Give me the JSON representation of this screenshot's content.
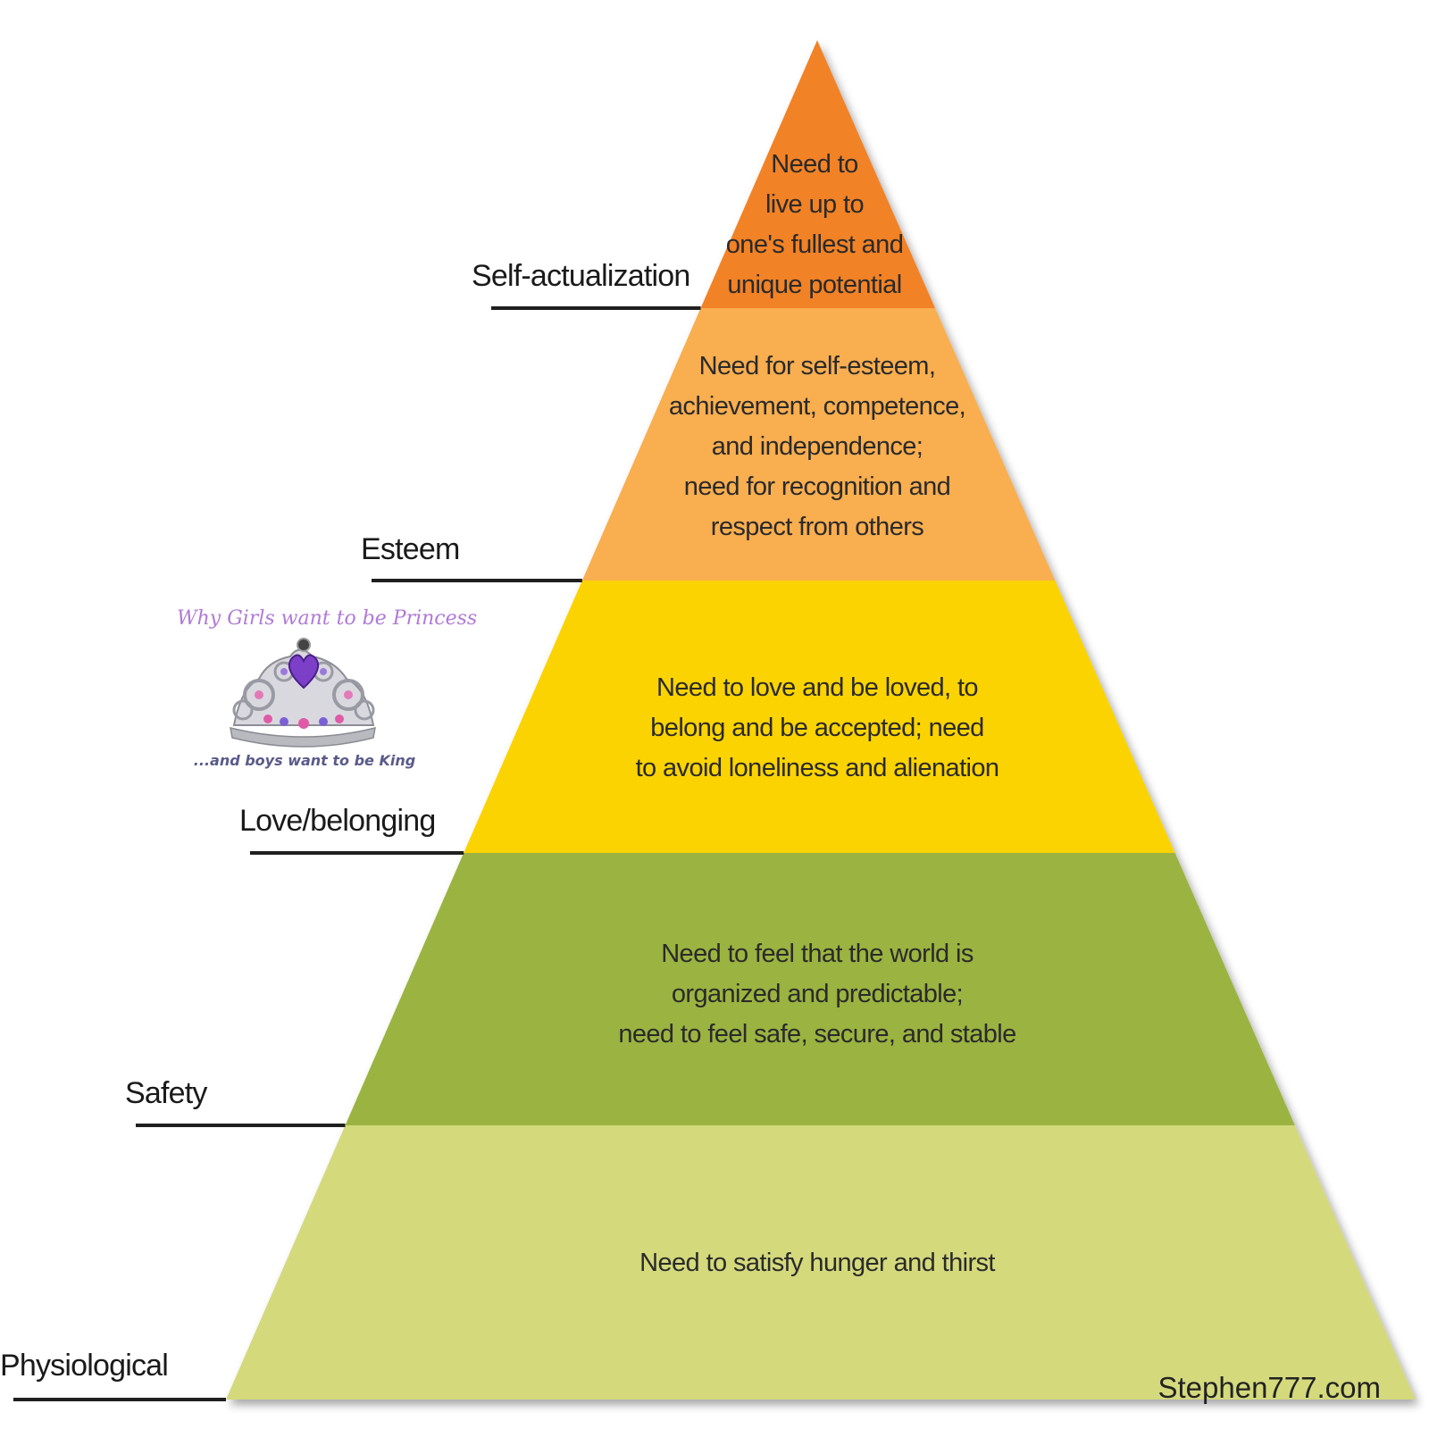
{
  "colors": {
    "self_actualization": "#f18228",
    "esteem": "#f9ae4f",
    "love_belonging": "#fbd301",
    "safety": "#9bb340",
    "physiological": "#d4d97c",
    "leader_line": "#1f1f1f",
    "logo_text": "#b07ad6",
    "gem": "#7b3fc8"
  },
  "levels": [
    {
      "name": "Self-actualization",
      "description": [
        "Need to",
        "live up to",
        "one's fullest and",
        "unique potential"
      ]
    },
    {
      "name": "Esteem",
      "description": [
        "Need for self-esteem,",
        "achievement, competence,",
        "and independence;",
        "need for recognition and",
        "respect from others"
      ]
    },
    {
      "name": "Love/belonging",
      "description": [
        "Need to love and be loved, to",
        "belong and be accepted; need",
        "to avoid loneliness and alienation"
      ]
    },
    {
      "name": "Safety",
      "description": [
        "Need to feel that the world is",
        "organized and predictable;",
        "need to feel safe, secure, and stable"
      ]
    },
    {
      "name": "Physiological",
      "description": [
        "Need to satisfy hunger and thirst"
      ]
    }
  ],
  "logo": {
    "title": "Why Girls want to be Princess",
    "subtitle": "...and boys want to be King",
    "icon": "tiara-icon"
  },
  "watermark": "Stephen777.com"
}
